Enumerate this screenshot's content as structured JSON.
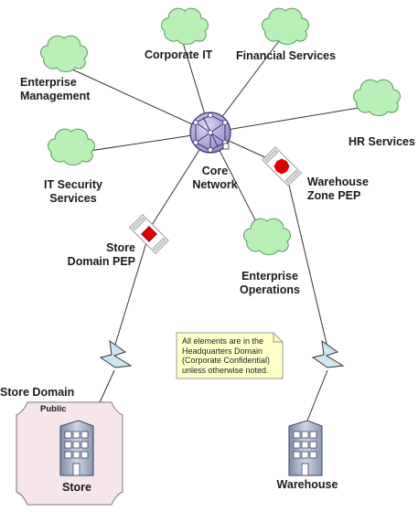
{
  "nodes": {
    "core_network": "Core\nNetwork",
    "corporate_it": "Corporate IT",
    "financial_services": "Financial Services",
    "enterprise_management": "Enterprise\nManagement",
    "hr_services": "HR Services",
    "it_security_services": "IT Security\nServices",
    "enterprise_operations": "Enterprise\nOperations",
    "warehouse_zone_pep": "Warehouse\nZone PEP",
    "store_domain_pep": "Store\nDomain PEP",
    "store_domain": "Store Domain",
    "public": "Public",
    "store": "Store",
    "warehouse": "Warehouse"
  },
  "note": "All elements are in the Headquarters Domain (Corporate Confidential) unless otherwise noted.",
  "colors": {
    "cloud_fill": "#b8f0b8",
    "cloud_stroke": "#5a9a5a",
    "globe_fill": "#b8b2e0",
    "store_domain_fill": "#f6e6ea",
    "note_fill": "#ffffcc",
    "pep_red": "#e00000",
    "lightning_fill": "#cde6f2"
  },
  "icons": [
    "cloud-icon",
    "network-globe-icon",
    "firewall-pep-icon",
    "building-icon",
    "lightning-link-icon"
  ]
}
